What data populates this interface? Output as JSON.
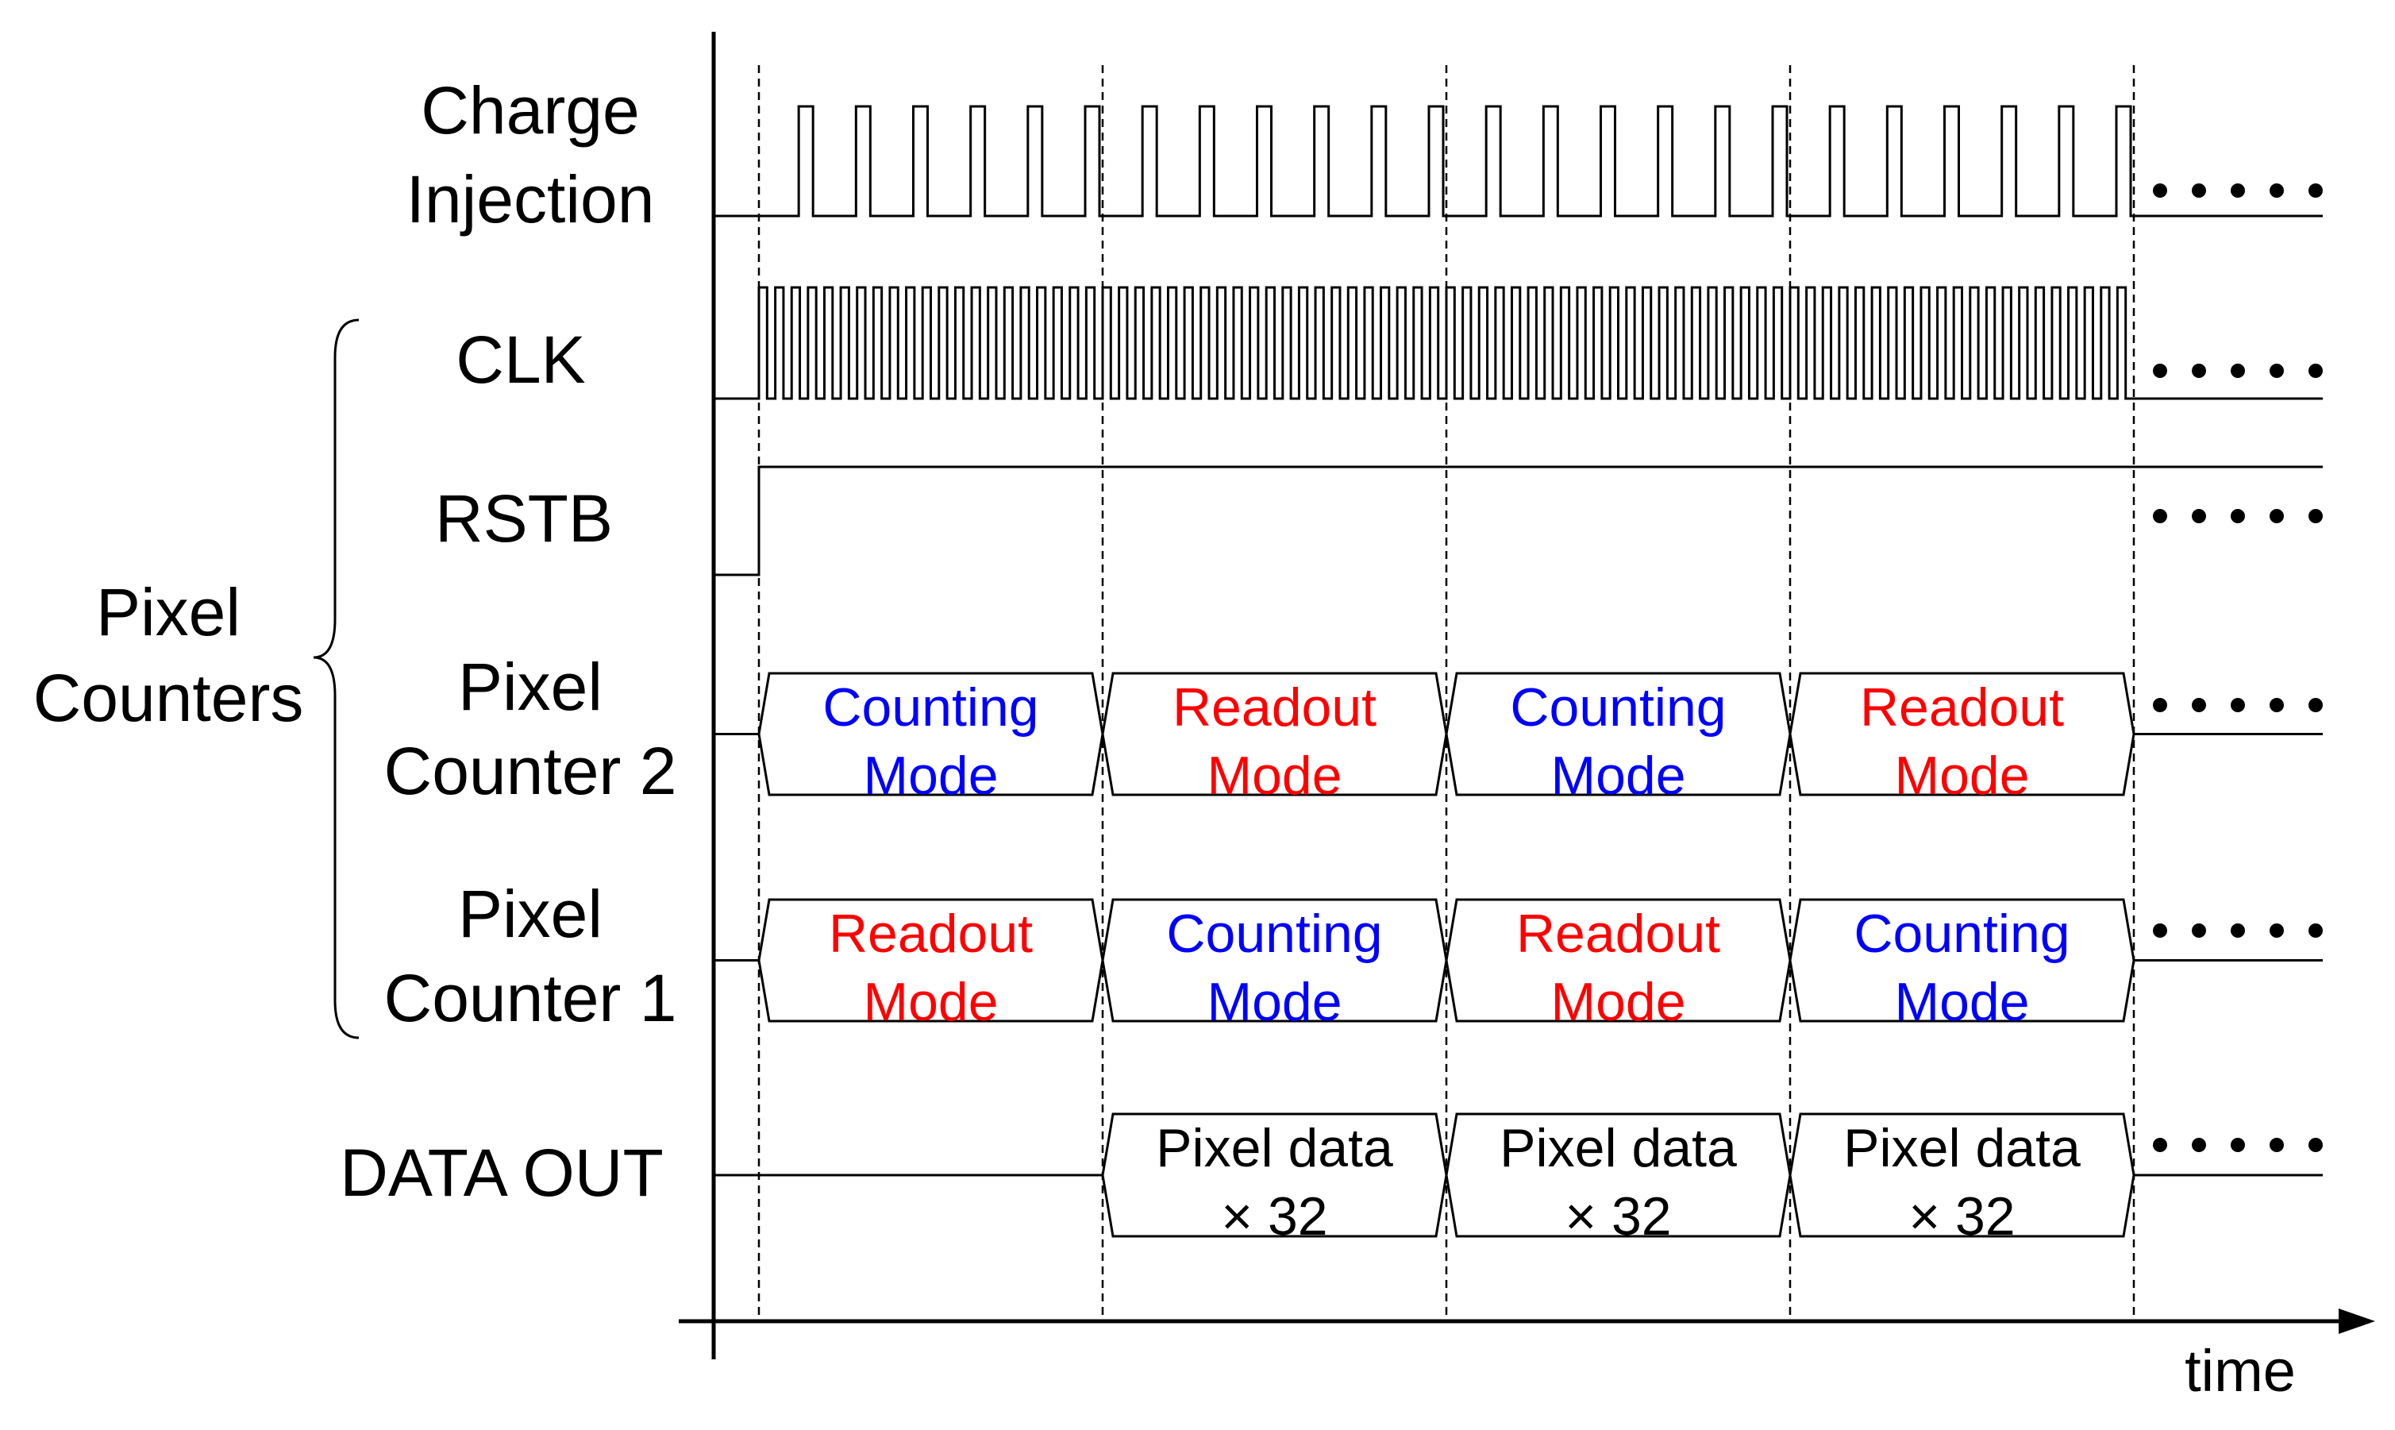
{
  "signals": {
    "charge_injection": [
      "Charge",
      "Injection"
    ],
    "clk": "CLK",
    "rstb": "RSTB",
    "pixel_counter_2": [
      "Pixel",
      "Counter 2"
    ],
    "pixel_counter_1": [
      "Pixel",
      "Counter 1"
    ],
    "data_out": "DATA OUT"
  },
  "group_label": [
    "Pixel",
    "Counters"
  ],
  "axis_label": "time",
  "continuation": "......",
  "colors": {
    "counting": "#0000ff",
    "readout": "#ff0000",
    "data": "#000000",
    "line": "#000000"
  },
  "pixel_counter_2_segments": [
    {
      "lines": [
        "Counting",
        "Mode"
      ],
      "kind": "counting"
    },
    {
      "lines": [
        "Readout",
        "Mode"
      ],
      "kind": "readout"
    },
    {
      "lines": [
        "Counting",
        "Mode"
      ],
      "kind": "counting"
    },
    {
      "lines": [
        "Readout",
        "Mode"
      ],
      "kind": "readout"
    }
  ],
  "pixel_counter_1_segments": [
    {
      "lines": [
        "Readout",
        "Mode"
      ],
      "kind": "readout"
    },
    {
      "lines": [
        "Counting",
        "Mode"
      ],
      "kind": "counting"
    },
    {
      "lines": [
        "Readout",
        "Mode"
      ],
      "kind": "readout"
    },
    {
      "lines": [
        "Counting",
        "Mode"
      ],
      "kind": "counting"
    }
  ],
  "data_out_segments": [
    {
      "lines": [
        "Pixel data",
        "× 32"
      ],
      "kind": "data"
    },
    {
      "lines": [
        "Pixel data",
        "× 32"
      ],
      "kind": "data"
    },
    {
      "lines": [
        "Pixel data",
        "× 32"
      ],
      "kind": "data"
    }
  ],
  "charge_pulses_per_period": 6,
  "clk_pulses_per_period": 21
}
